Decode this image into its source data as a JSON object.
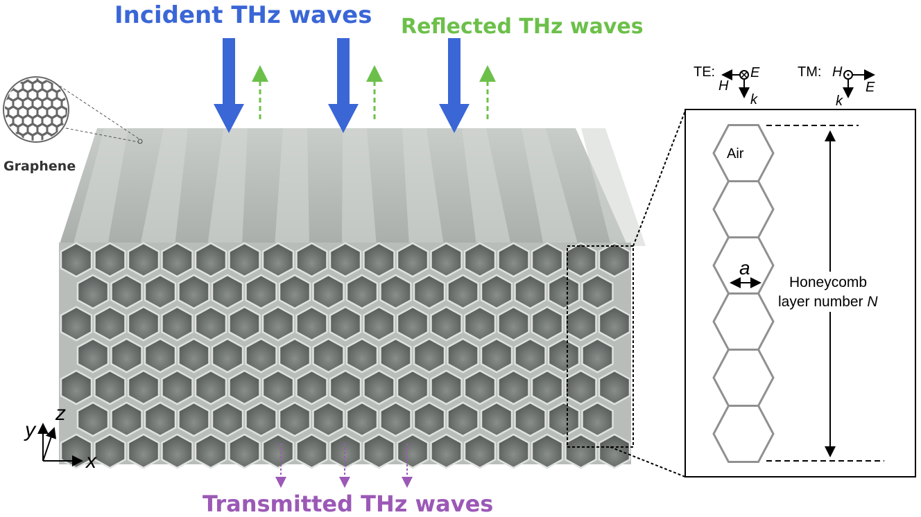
{
  "labels": {
    "incident": "Incident THz waves",
    "reflected": "Reflected THz waves",
    "transmitted": "Transmitted THz waves",
    "graphene": "Graphene",
    "air": "Air",
    "lattice_constant": "a",
    "honeycomb_line1": "Honeycomb",
    "honeycomb_line2": "layer number ",
    "honeycomb_var": "N",
    "te": "TE:",
    "tm": "TM:",
    "field_h": "H",
    "field_e": "E",
    "field_k": "k",
    "axis_x": "x",
    "axis_y": "y",
    "axis_z": "z"
  },
  "colors": {
    "incident": "#3a66d6",
    "reflected": "#6cc04a",
    "transmitted": "#9b59b6",
    "structure": "#9a9e9b"
  }
}
